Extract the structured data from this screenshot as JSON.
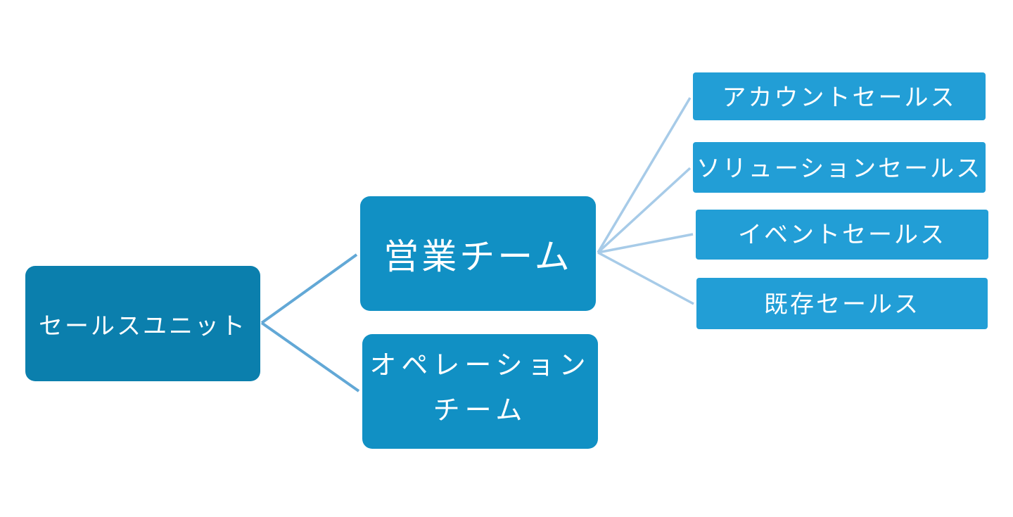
{
  "colors": {
    "root_fill": "#0b7fad",
    "mid_fill": "#1190c4",
    "leaf_fill": "#229ed6",
    "primary_connector": "#62a8d6",
    "secondary_connector": "#a7cbe8",
    "text": "#ffffff"
  },
  "root": {
    "label": "セールスユニット"
  },
  "teams": [
    {
      "label": "営業チーム"
    },
    {
      "label_line1": "オペレーション",
      "label_line2": "チーム"
    }
  ],
  "sales_subteams": [
    {
      "label": "アカウントセールス"
    },
    {
      "label": "ソリューションセールス"
    },
    {
      "label": "イベントセールス"
    },
    {
      "label": "既存セールス"
    }
  ]
}
